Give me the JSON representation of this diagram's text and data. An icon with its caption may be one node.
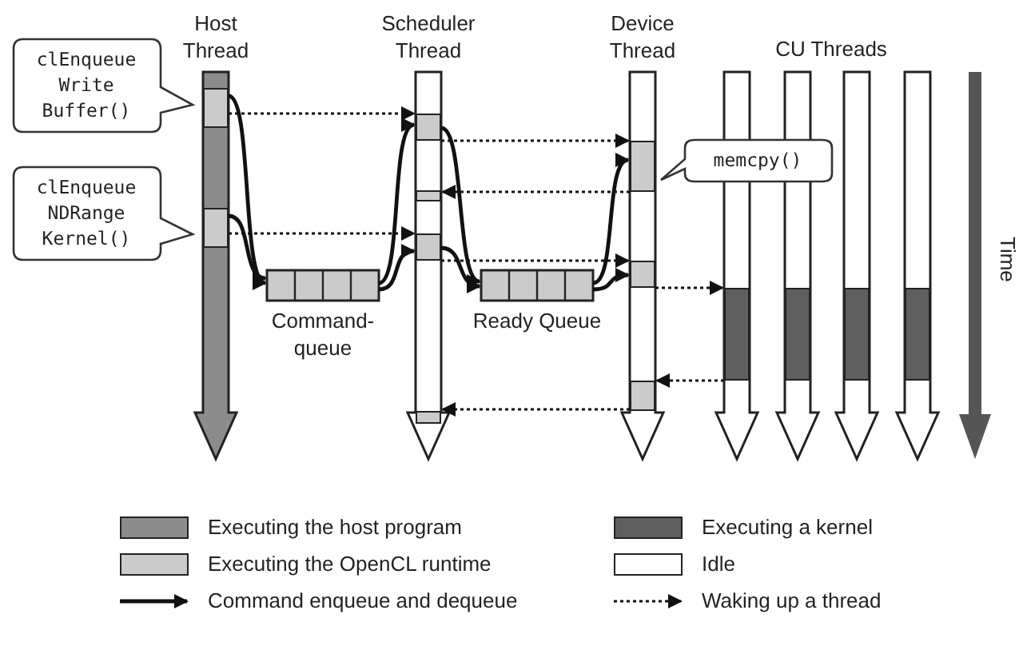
{
  "diagram": {
    "nodes": [
      {
        "text": [
          "Host Thread"
        ]
      },
      {
        "text": [
          "clEnqueue Write Buffer()"
        ]
      },
      {
        "text": [
          "clEnqueue NDRange Kernel()"
        ]
      },
      {
        "text": [],
        "shape": "bar",
        "in": 0
      },
      {
        "text": [],
        "shape": "bar",
        "in": 0
      },
      {
        "text": [
          "Command-queue"
        ]
      },
      {
        "text": [
          "Scheduler Thread"
        ]
      },
      {
        "text": [],
        "shape": "bar",
        "in": 6
      },
      {
        "text": [],
        "shape": "bar",
        "in": 6
      },
      {
        "text": [],
        "shape": "bar",
        "in": 6
      },
      {
        "text": [],
        "shape": "bar",
        "in": 6
      },
      {
        "text": [
          "Ready Queue"
        ]
      },
      {
        "text": [
          "Device Thread"
        ]
      },
      {
        "text": [],
        "shape": "bar",
        "in": 12
      },
      {
        "text": [],
        "shape": "bar",
        "in": 12
      },
      {
        "text": [],
        "shape": "bar",
        "in": 12
      },
      {
        "text": [
          "memcpy()"
        ]
      },
      {
        "text": [],
        "shape": "bar"
      },
      {
        "text": [],
        "shape": "bar"
      },
      {
        "text": [],
        "shape": "bar"
      },
      {
        "text": [],
        "shape": "bar"
      },
      {
        "text": [],
        "shape": "bar",
        "in": 17
      },
      {
        "text": [],
        "shape": "bar",
        "in": 18
      },
      {
        "text": [],
        "shape": "bar",
        "in": 19
      },
      {
        "text": [],
        "shape": "bar",
        "in": 20
      }
    ],
    "edges": [
      {
        "from": 3,
        "to": 7,
        "arrow": "to",
        "style": "dashed"
      },
      {
        "from": 4,
        "to": 9,
        "arrow": "to",
        "style": "dashed"
      },
      {
        "from": 7,
        "to": 13,
        "arrow": "to",
        "style": "dashed"
      },
      {
        "from": 13,
        "to": 8,
        "arrow": "to",
        "style": "dashed"
      },
      {
        "from": 9,
        "to": 14,
        "arrow": "to",
        "style": "dashed"
      },
      {
        "from": 14,
        "to": 21,
        "arrow": "to",
        "style": "dashed"
      },
      {
        "from": 21,
        "to": 15,
        "arrow": "to",
        "style": "dashed"
      },
      {
        "from": 15,
        "to": 10,
        "arrow": "to",
        "style": "dashed"
      },
      {
        "from": 3,
        "to": 5,
        "arrow": "to"
      },
      {
        "from": 4,
        "to": 5,
        "arrow": "to"
      },
      {
        "from": 5,
        "to": 7,
        "arrow": "to"
      },
      {
        "from": 5,
        "to": 9,
        "arrow": "to"
      },
      {
        "from": 7,
        "to": 11,
        "arrow": "to"
      },
      {
        "from": 9,
        "to": 11,
        "arrow": "to"
      },
      {
        "from": 11,
        "to": 13,
        "arrow": "to"
      },
      {
        "from": 11,
        "to": 14,
        "arrow": "to"
      }
    ],
    "labels": [
      "CU Threads",
      "Time"
    ],
    "legend": [
      {
        "text": "Executing the host program",
        "color": "#8c8c8c"
      },
      {
        "text": "Executing a kernel",
        "color": "#5f5f5f"
      },
      {
        "text": "Executing the OpenCL runtime",
        "color": "#cbcbcb"
      },
      {
        "text": "Idle",
        "color": "#ffffff"
      },
      {
        "text": "Command enqueue and dequeue"
      },
      {
        "text": "Waking up a thread"
      }
    ]
  }
}
